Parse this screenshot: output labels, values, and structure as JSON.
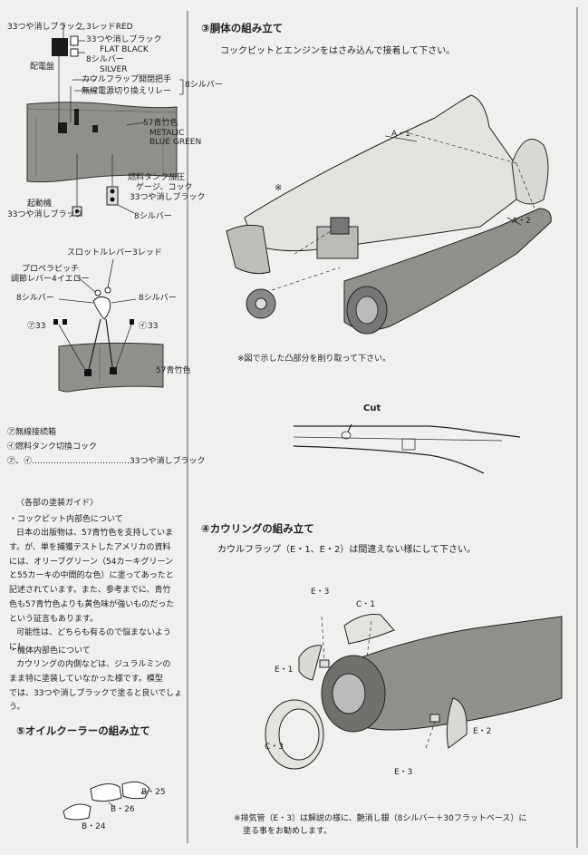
{
  "left_top": {
    "flat_black_1": "33つや消しブラック",
    "red": "3レッドRED",
    "flat_black_2": "33つや消しブラック",
    "flat_black_en": "FLAT BLACK",
    "silver": "8シルバー",
    "silver_en": "SILVER",
    "switchboard": "配電盤",
    "cowl_flap_handle": "カウルフラップ開閉把手",
    "radio_relay": "無線電源切り換えリレー",
    "silver_bracket": "8シルバー",
    "blue_green": "57青竹色",
    "blue_green_en1": "METALIC",
    "blue_green_en2": "BLUE GREEN",
    "fuel_cock_1": "燃料タンク加圧",
    "fuel_cock_2": "ゲージ、コック",
    "fuel_cock_black": "33つや消しブラック",
    "starter": "起動機",
    "starter_black": "33つや消しブラック",
    "silver_right": "8シルバー"
  },
  "left_mid": {
    "throttle": "スロットルレバー3レッド",
    "prop_pitch_1": "プロペラピッチ",
    "prop_pitch_2": "調節レバー4イエロー",
    "silver_l": "8シルバー",
    "silver_r": "8シルバー",
    "tag_a": "㋐33",
    "tag_b": "33",
    "tag_b_icon": "㋑",
    "blue_green": "57青竹色",
    "legend_a": "㋐無線接続箱",
    "legend_b": "㋑燃料タンク切換コック",
    "legend_ab": "㋐、㋑………………………………33つや消しブラック"
  },
  "paint_guide": {
    "title": "〈各部の塗装ガイド〉",
    "cockpit_heading": "・コックピット内部色について",
    "cockpit_lines": [
      "日本の出版物は、57青竹色を支持していま",
      "す。が、単を捕獲テストしたアメリカの資料",
      "には、オリーブグリーン（54カーキグリーン",
      "と55カーキの中間的な色）に塗ってあったと",
      "記述されています。また、参考までに、青竹",
      "色も57青竹色よりも黄色味が強いものだった",
      "という証言もあります。",
      "可能性は、どちらも有るので悩まないよう",
      "に！"
    ],
    "engine_heading": "・機体内部色について",
    "engine_lines": [
      "カウリングの内側などは、ジュラルミンの",
      "まま特に塗装していなかった様です。模型",
      "では、33つや消しブラックで塗ると良いでしょう。"
    ]
  },
  "step5": {
    "heading": "⑤オイルクーラーの組み立て",
    "label_b25": "B・25",
    "label_b26": "B・26",
    "label_b24": "B・24"
  },
  "step3": {
    "heading": "③胴体の組み立て",
    "instruction": "コックピットとエンジンをはさみ込んで接着して下さい。",
    "label_a1": "A・1",
    "label_a2": "A・2",
    "mark": "※",
    "note": "※図で示した凸部分を削り取って下さい。",
    "cut_label": "Cut"
  },
  "step4": {
    "heading": "④カウリングの組み立て",
    "instruction": "カウルフラップ（E・1、E・2）は間違えない様にして下さい。",
    "label_e3_top": "E・3",
    "label_c1": "C・1",
    "label_e1": "E・1",
    "label_c3": "C・3",
    "label_e2": "E・2",
    "label_e3_bottom": "E・3",
    "note_1": "※排気管（E・3）は解説の様に、艶消し銀（8シルバー＋30フラットベース）に",
    "note_2": "塗る事をお勧めします。"
  },
  "colors": {
    "paper": "#f1f0ee",
    "ink": "#222222",
    "panel": "#9a9a97"
  }
}
